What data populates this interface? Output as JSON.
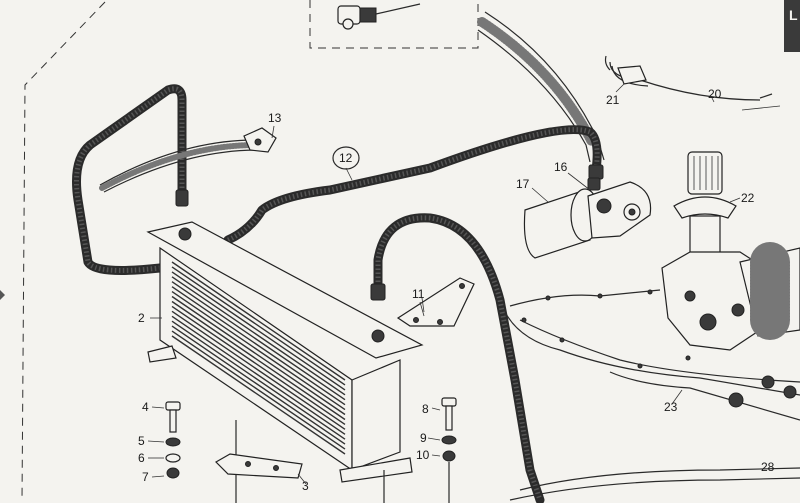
{
  "callouts": {
    "c2": "2",
    "c3": "3",
    "c4": "4",
    "c5": "5",
    "c6": "6",
    "c7": "7",
    "c8": "8",
    "c9": "9",
    "c10": "10",
    "c11": "11",
    "c12": "12",
    "c13": "13",
    "c16": "16",
    "c17": "17",
    "c20": "20",
    "c21": "21",
    "c22": "22",
    "c23": "23",
    "c28": "28"
  },
  "corner_box_letter": "L",
  "colors": {
    "paper": "#f4f3ef",
    "ink": "#222222"
  }
}
